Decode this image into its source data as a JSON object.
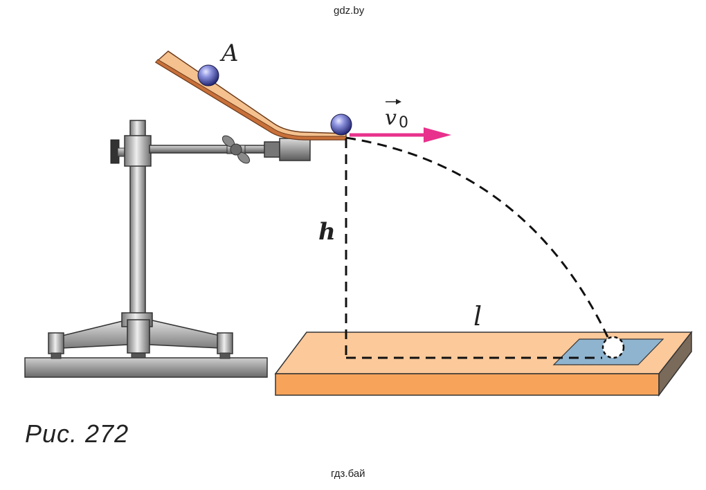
{
  "watermark_top": "gdz.by",
  "watermark_bottom": "гдз.бай",
  "caption": "Рис. 272",
  "labels": {
    "point_a": "A",
    "velocity_symbol": "v",
    "velocity_subscript": "0",
    "height": "h",
    "distance": "l"
  },
  "colors": {
    "ramp": "#f5c28f",
    "ramp_edge": "#c8703a",
    "board_top": "#fbc99a",
    "board_front": "#f7a45a",
    "velocity_arrow": "#e8318c",
    "ball": "#4a4fa8",
    "target_paper": "#8fb4cf",
    "stand_metal": "#b8b8b8"
  },
  "icons": [
    "ball",
    "tripod-stand",
    "clamp",
    "wing-nut",
    "velocity-arrow",
    "target-paper"
  ]
}
